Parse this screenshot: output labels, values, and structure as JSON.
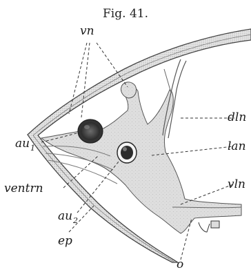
{
  "figure": {
    "title": "Fig. 41.",
    "labels": {
      "vn": "vn",
      "dln": "dln",
      "au1": "au",
      "au1_sub": "1",
      "lan": "lan",
      "ventrn": "ventrn",
      "vln": "vln",
      "au2": "au",
      "au2_sub": "2",
      "ep": "ep",
      "o": "o"
    }
  }
}
